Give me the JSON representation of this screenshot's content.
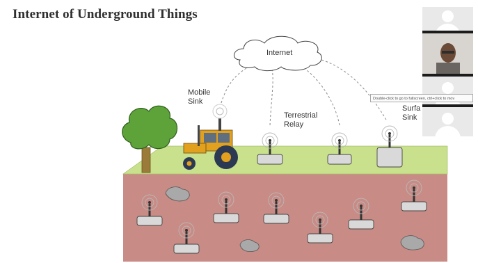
{
  "slide": {
    "title": "Internet of Underground Things",
    "labels": {
      "internet": "Internet",
      "mobile_sink": "Mobile\nSink",
      "terrestrial_relay": "Terrestrial\nRelay",
      "surface_sink": "Surfa\nSink"
    }
  },
  "video_panel": {
    "tooltip": "Double-click to go to fullscreen, ctrl+click to mov",
    "tiles": [
      {
        "kind": "avatar-placeholder"
      },
      {
        "kind": "presenter-video"
      },
      {
        "kind": "avatar-placeholder"
      },
      {
        "kind": "avatar-placeholder"
      }
    ]
  },
  "colors": {
    "soil": "#c88b85",
    "grass": "#c9e18c",
    "tree": "#5ea33a",
    "tractor": "#e1a01e",
    "node": "#d9d9d9"
  }
}
